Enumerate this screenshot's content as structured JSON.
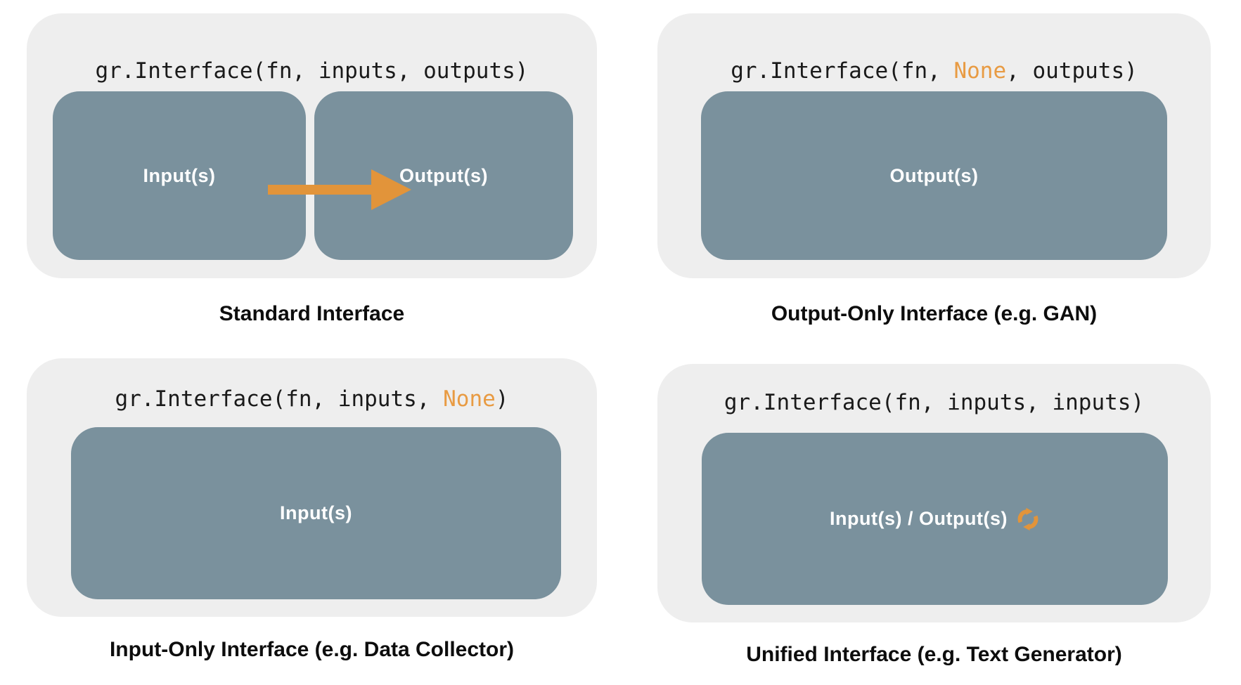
{
  "colors": {
    "page_bg": "#FFFFFF",
    "panel_bg": "#EEEEEE",
    "box_bg": "#7A919D",
    "code_text": "#1A1A1A",
    "caption_text": "#0D0D0D",
    "box_label_text": "#FFFFFF",
    "accent_orange": "#E2943A",
    "accent_orange_text": "#E89B43"
  },
  "panels": [
    {
      "id": "standard",
      "code": [
        "gr.Interface(fn, inputs, outputs)",
        "",
        ""
      ],
      "boxes": [
        "Input(s)",
        "Output(s)"
      ],
      "icon": "arrow-right",
      "caption": "Standard Interface"
    },
    {
      "id": "output-only",
      "code": [
        "gr.Interface(fn, ",
        "None",
        ", outputs)"
      ],
      "boxes": [
        "Output(s)"
      ],
      "icon": "",
      "caption": "Output-Only Interface (e.g. GAN)"
    },
    {
      "id": "input-only",
      "code": [
        "gr.Interface(fn, inputs, ",
        "None",
        ")"
      ],
      "boxes": [
        "Input(s)"
      ],
      "icon": "",
      "caption": "Input-Only Interface (e.g. Data Collector)"
    },
    {
      "id": "unified",
      "code": [
        "gr.Interface(fn, inputs, inputs)",
        "",
        ""
      ],
      "boxes": [
        "Input(s) / Output(s)"
      ],
      "icon": "refresh-cycle",
      "caption": "Unified Interface (e.g. Text Generator)"
    }
  ]
}
